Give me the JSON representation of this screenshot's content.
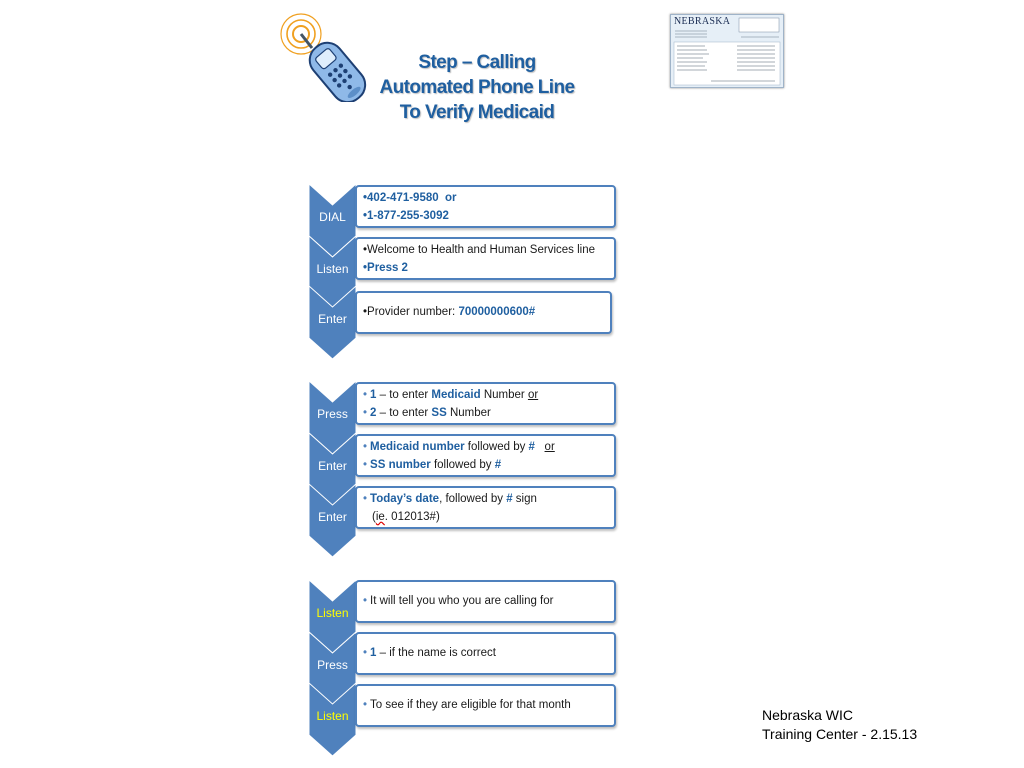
{
  "title": {
    "line1": "Step – Calling",
    "line2": "Automated Phone Line",
    "line3": "To Verify Medicaid"
  },
  "card": {
    "state": "NEBRASKA"
  },
  "icons": {
    "phone": "cell-phone-icon",
    "card": "medicaid-card-image"
  },
  "colors": {
    "accent": "#4f81bd",
    "title": "#1f5fa0",
    "yellow_label": "#ffff00"
  },
  "steps": [
    {
      "label": "DIAL",
      "lines": [
        {
          "parts": [
            {
              "t": "•402-471-9580  or",
              "s": "blue"
            }
          ]
        },
        {
          "parts": [
            {
              "t": "•1-877-255-3092",
              "s": "blue"
            }
          ]
        }
      ]
    },
    {
      "label": "Listen",
      "lines": [
        {
          "parts": [
            {
              "t": "•Welcome to Health and Human Services line"
            }
          ]
        },
        {
          "parts": [
            {
              "t": "•Press 2",
              "s": "blue"
            }
          ]
        }
      ]
    },
    {
      "label": "Enter",
      "lines": [
        {
          "parts": [
            {
              "t": "•Provider number: "
            },
            {
              "t": "70000000600#",
              "s": "blue"
            }
          ]
        }
      ]
    },
    {
      "label": "Press",
      "lines": [
        {
          "parts": [
            {
              "t": "1",
              "s": "blue"
            },
            {
              "t": " – to enter "
            },
            {
              "t": "Medicaid",
              "s": "blue"
            },
            {
              "t": " Number "
            },
            {
              "t": "or",
              "s": "u"
            }
          ],
          "bullet": true
        },
        {
          "parts": [
            {
              "t": "2",
              "s": "blue"
            },
            {
              "t": " – to enter "
            },
            {
              "t": "SS",
              "s": "blue"
            },
            {
              "t": " Number"
            }
          ],
          "bullet": true
        }
      ]
    },
    {
      "label": "Enter",
      "lines": [
        {
          "parts": [
            {
              "t": "Medicaid number",
              "s": "blue"
            },
            {
              "t": " followed by "
            },
            {
              "t": "#",
              "s": "blue"
            },
            {
              "t": "   "
            },
            {
              "t": "or",
              "s": "u"
            }
          ],
          "bullet": true
        },
        {
          "parts": [
            {
              "t": "SS number",
              "s": "blue"
            },
            {
              "t": " followed by "
            },
            {
              "t": "#",
              "s": "blue"
            }
          ],
          "bullet": true
        }
      ]
    },
    {
      "label": "Enter",
      "lines": [
        {
          "parts": [
            {
              "t": "Today’s date",
              "s": "blue"
            },
            {
              "t": ", followed by "
            },
            {
              "t": "#",
              "s": "blue"
            },
            {
              "t": " sign"
            }
          ],
          "bullet": true
        },
        {
          "parts": [
            {
              "t": "("
            },
            {
              "t": "ie",
              "s": "squiggle"
            },
            {
              "t": ". 012013#)"
            }
          ],
          "indent": true
        }
      ]
    },
    {
      "label": "Listen",
      "yellow": true,
      "lines": [
        {
          "parts": [
            {
              "t": "It will tell you who you are calling for"
            }
          ],
          "bullet": true
        }
      ]
    },
    {
      "label": "Press",
      "lines": [
        {
          "parts": [
            {
              "t": "1",
              "s": "blue"
            },
            {
              "t": " – if the name is correct"
            }
          ],
          "bullet": true
        }
      ]
    },
    {
      "label": "Listen",
      "yellow": true,
      "lines": [
        {
          "parts": [
            {
              "t": "To see if they are eligible for that month"
            }
          ],
          "bullet": true
        }
      ]
    }
  ],
  "footer": {
    "line1": "Nebraska WIC",
    "line2": "Training Center - 2.15.13"
  }
}
